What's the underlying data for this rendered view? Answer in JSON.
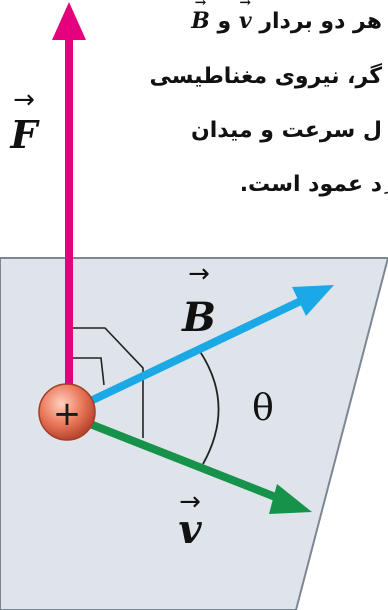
{
  "text_lines": [
    "هر دو بردار",
    "گر، نیروی مغناطیسی",
    "ل سرعت و میدان",
    "ِد عمود است."
  ],
  "inline_vectors": {
    "first": "B",
    "and": "و",
    "second": "v"
  },
  "labels": {
    "force": "F",
    "field": "B",
    "velocity": "v",
    "angle": "θ",
    "charge": "+"
  },
  "colors": {
    "force_vector": "#e5007e",
    "field_vector": "#1aa9e6",
    "velocity_vector": "#16924a",
    "plane_fill": "#dfe4ea",
    "plane_stroke": "#7d8794",
    "charge_fill": "#e8765a"
  }
}
